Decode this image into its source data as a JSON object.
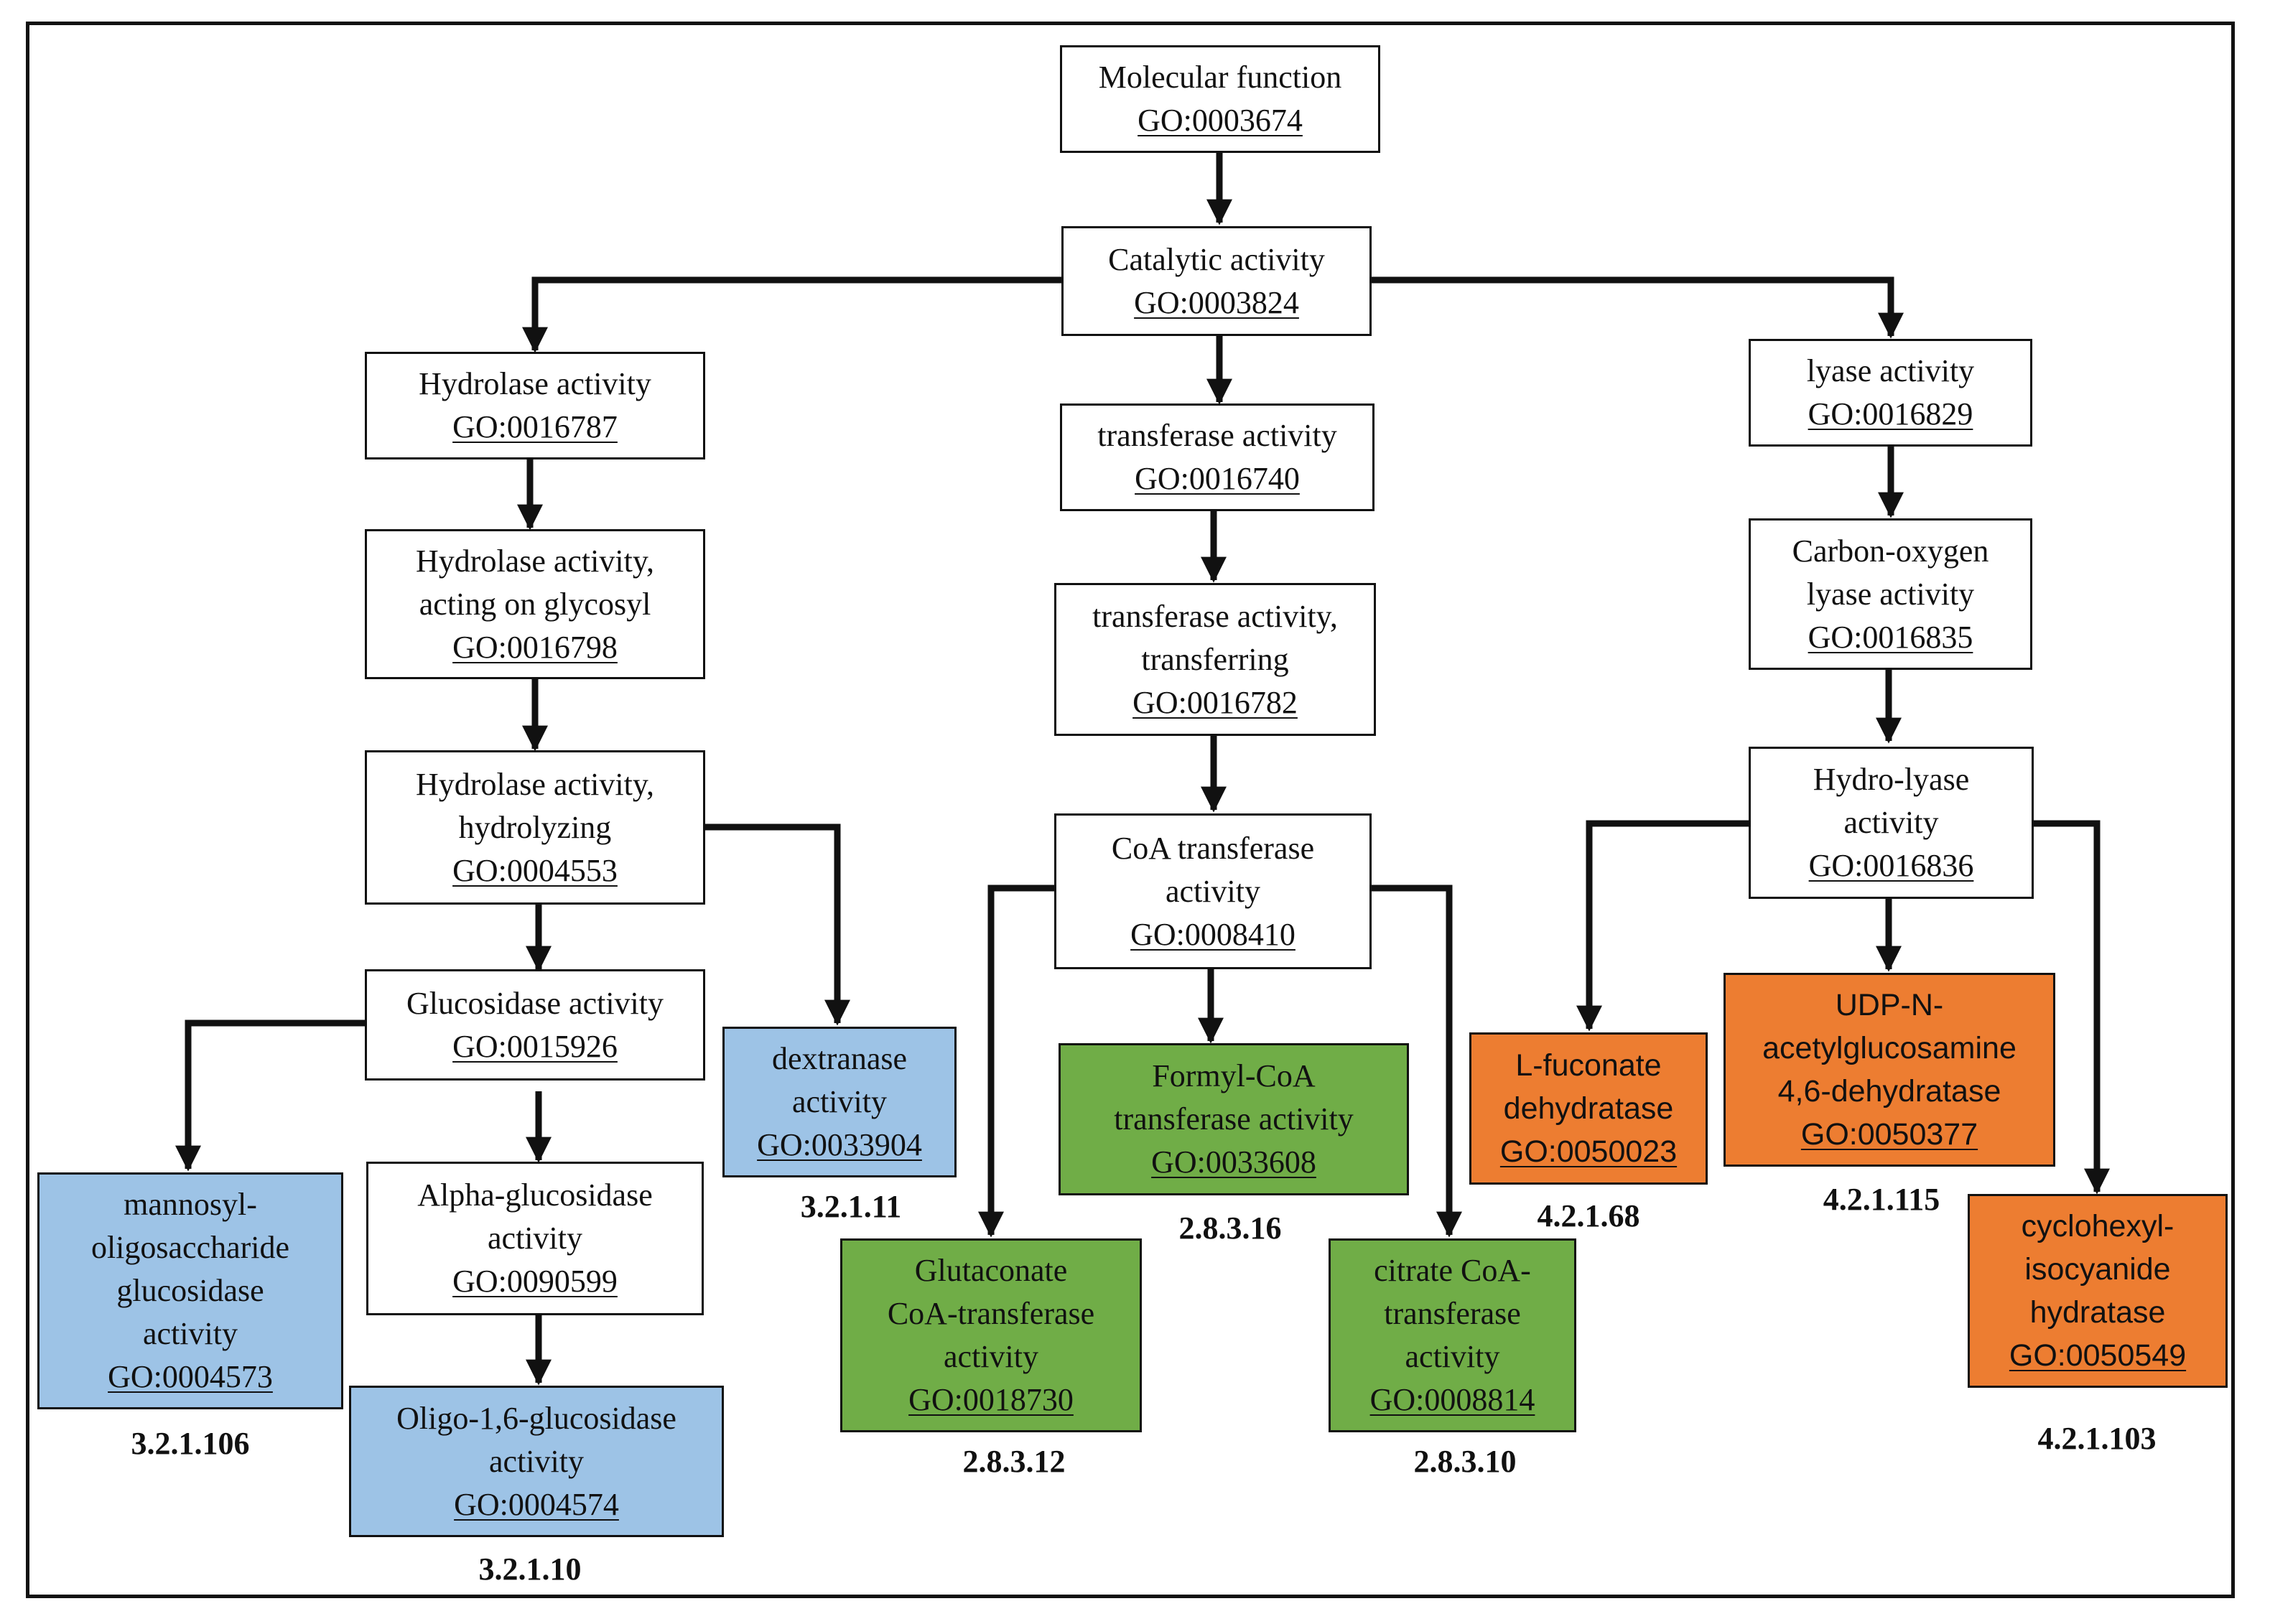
{
  "nodes": {
    "molecular_function": {
      "lines": [
        "Molecular function"
      ],
      "go": "GO:0003674"
    },
    "catalytic": {
      "lines": [
        "Catalytic activity"
      ],
      "go": "GO:0003824"
    },
    "hydrolase": {
      "lines": [
        "Hydrolase activity"
      ],
      "go": "GO:0016787"
    },
    "hydrolase_glycosyl": {
      "lines": [
        "Hydrolase activity,",
        "acting on glycosyl"
      ],
      "go": "GO:0016798"
    },
    "hydrolase_hydrolyzing": {
      "lines": [
        "Hydrolase activity,",
        "hydrolyzing"
      ],
      "go": "GO:0004553"
    },
    "glucosidase": {
      "lines": [
        "Glucosidase activity"
      ],
      "go": "GO:0015926"
    },
    "mannosyl": {
      "lines": [
        "mannosyl-",
        "oligosaccharide",
        "glucosidase",
        "activity"
      ],
      "go": "GO:0004573",
      "ec": "3.2.1.106"
    },
    "alpha_glucosidase": {
      "lines": [
        "Alpha-glucosidase",
        "activity"
      ],
      "go": "GO:0090599"
    },
    "oligo_glucosidase": {
      "lines": [
        "Oligo-1,6-glucosidase",
        "activity"
      ],
      "go": "GO:0004574",
      "ec": "3.2.1.10"
    },
    "dextranase": {
      "lines": [
        "dextranase",
        "activity"
      ],
      "go": "GO:0033904",
      "ec": "3.2.1.11"
    },
    "transferase": {
      "lines": [
        "transferase activity"
      ],
      "go": "GO:0016740"
    },
    "transferase_transferring": {
      "lines": [
        "transferase activity,",
        "transferring"
      ],
      "go": "GO:0016782"
    },
    "coa_transferase": {
      "lines": [
        "CoA transferase",
        "activity"
      ],
      "go": "GO:0008410"
    },
    "formyl_coa": {
      "lines": [
        "Formyl-CoA",
        "transferase activity"
      ],
      "go": "GO:0033608",
      "ec": "2.8.3.16"
    },
    "glutaconate": {
      "lines": [
        "Glutaconate",
        "CoA-transferase",
        "activity"
      ],
      "go": "GO:0018730",
      "ec": "2.8.3.12"
    },
    "citrate": {
      "lines": [
        "citrate CoA-",
        "transferase",
        "activity"
      ],
      "go": "GO:0008814",
      "ec": "2.8.3.10"
    },
    "lyase": {
      "lines": [
        "lyase activity"
      ],
      "go": "GO:0016829"
    },
    "carbon_oxygen": {
      "lines": [
        "Carbon-oxygen",
        "lyase activity"
      ],
      "go": "GO:0016835"
    },
    "hydro_lyase": {
      "lines": [
        "Hydro-lyase",
        "activity"
      ],
      "go": "GO:0016836"
    },
    "fuconate": {
      "lines": [
        "L-fuconate",
        "dehydratase"
      ],
      "go": "GO:0050023",
      "ec": "4.2.1.68"
    },
    "udp": {
      "lines": [
        "UDP-N-",
        "acetylglucosamine",
        "4,6-dehydratase"
      ],
      "go": "GO:0050377",
      "ec": "4.2.1.115"
    },
    "cyclohexyl": {
      "lines": [
        "cyclohexyl-",
        "isocyanide",
        "hydratase"
      ],
      "go": "GO:0050549",
      "ec": "4.2.1.103"
    }
  },
  "colors": {
    "hydrolase_leaf": "#9dc3e6",
    "transferase_leaf": "#70ad47",
    "lyase_leaf": "#ed7d31"
  }
}
